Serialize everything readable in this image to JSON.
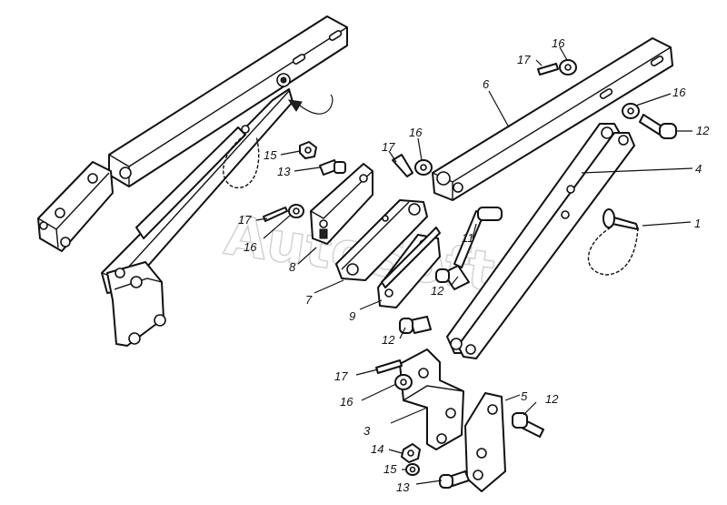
{
  "watermark": "AutoSoft",
  "labels": {
    "l1": "1",
    "l3": "3",
    "l4": "4",
    "l5": "5",
    "l6": "6",
    "l7": "7",
    "l8": "8",
    "l9": "9",
    "l11": "11",
    "l12a": "12",
    "l12b": "12",
    "l12c": "12",
    "l12d": "12",
    "l13a": "13",
    "l13b": "13",
    "l14": "14",
    "l15a": "15",
    "l15b": "15",
    "l16a": "16",
    "l16b": "16",
    "l16c": "16",
    "l16d": "16",
    "l16e": "16",
    "l17a": "17",
    "l17b": "17",
    "l17c": "17",
    "l17d": "17"
  }
}
